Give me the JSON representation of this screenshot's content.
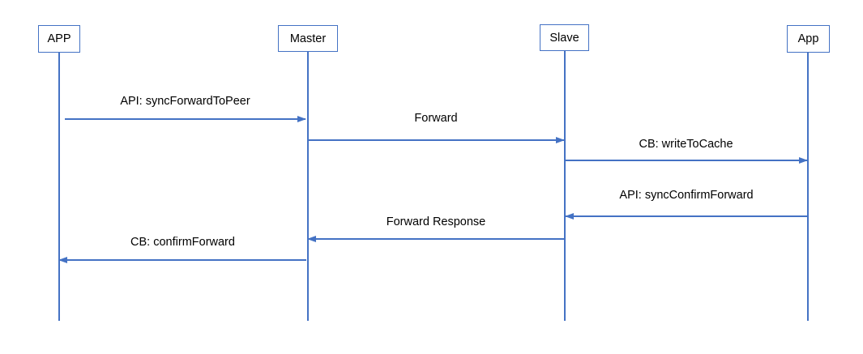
{
  "diagram": {
    "type": "sequence-diagram",
    "accent_color": "#4472C4",
    "text_color": "#000000",
    "background_color": "#FFFFFF",
    "actors": [
      {
        "label": "APP"
      },
      {
        "label": "Master"
      },
      {
        "label": "Slave"
      },
      {
        "label": "App"
      }
    ],
    "messages": [
      {
        "label": "API: syncForwardToPeer",
        "from": "APP",
        "to": "Master",
        "direction": "right"
      },
      {
        "label": "Forward",
        "from": "Master",
        "to": "Slave",
        "direction": "right"
      },
      {
        "label": "CB: writeToCache",
        "from": "Slave",
        "to": "App",
        "direction": "right"
      },
      {
        "label": "API: syncConfirmForward",
        "from": "App",
        "to": "Slave",
        "direction": "left"
      },
      {
        "label": "Forward Response",
        "from": "Slave",
        "to": "Master",
        "direction": "left"
      },
      {
        "label": "CB: confirmForward",
        "from": "Master",
        "to": "APP",
        "direction": "left"
      }
    ]
  }
}
